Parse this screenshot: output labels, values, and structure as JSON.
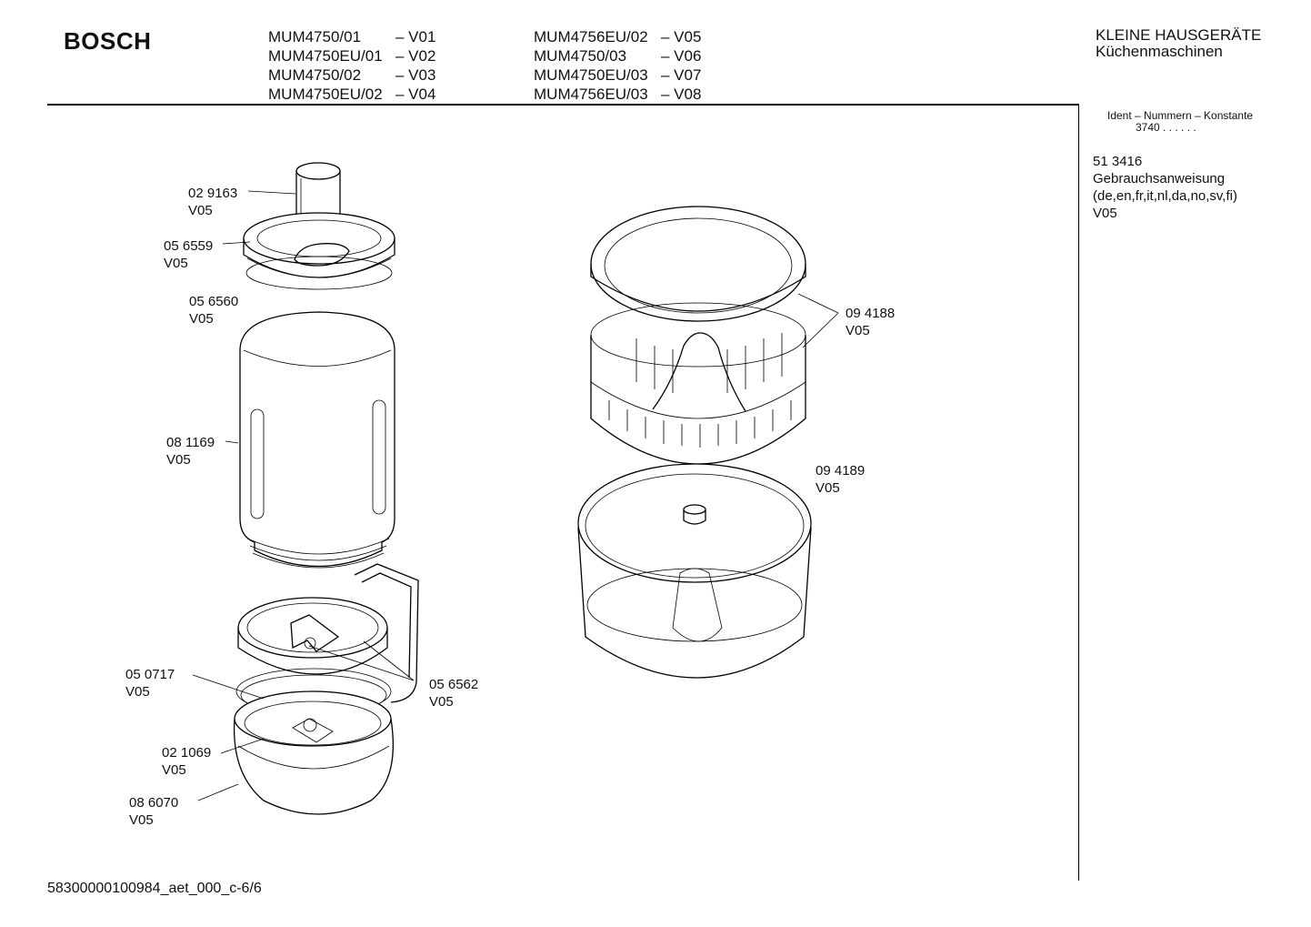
{
  "header": {
    "brand": "BOSCH",
    "models_left": [
      {
        "model": "MUM4750/01",
        "version": "– V01"
      },
      {
        "model": "MUM4750EU/01",
        "version": "– V02"
      },
      {
        "model": "MUM4750/02",
        "version": "– V03"
      },
      {
        "model": "MUM4750EU/02",
        "version": "– V04"
      }
    ],
    "models_right": [
      {
        "model": "MUM4756EU/02",
        "version": "– V05"
      },
      {
        "model": "MUM4750/03",
        "version": "– V06"
      },
      {
        "model": "MUM4750EU/03",
        "version": "– V07"
      },
      {
        "model": "MUM4756EU/03",
        "version": "– V08"
      }
    ],
    "category": "KLEINE HAUSGERÄTE",
    "subcategory": "Küchenmaschinen"
  },
  "sidebar": {
    "ident_title": "Ident – Nummern – Konstante",
    "ident_value": "3740  . .   . . . .",
    "part_number": "51  3416",
    "part_name": "Gebrauchsanweisung",
    "part_langs": "(de,en,fr,it,nl,da,no,sv,fi)",
    "part_version": "V05"
  },
  "parts": [
    {
      "number": "02 9163",
      "version": "V05"
    },
    {
      "number": "05 6559",
      "version": "V05"
    },
    {
      "number": "05 6560",
      "version": "V05"
    },
    {
      "number": "08 1169",
      "version": "V05"
    },
    {
      "number": "05 0717",
      "version": "V05"
    },
    {
      "number": "05 6562",
      "version": "V05"
    },
    {
      "number": "02 1069",
      "version": "V05"
    },
    {
      "number": "08 6070",
      "version": "V05"
    },
    {
      "number": "09 4188",
      "version": "V05"
    },
    {
      "number": "09 4189",
      "version": "V05"
    }
  ],
  "footer": {
    "doc_id": "58300000100984_aet_000_c-6/6"
  }
}
